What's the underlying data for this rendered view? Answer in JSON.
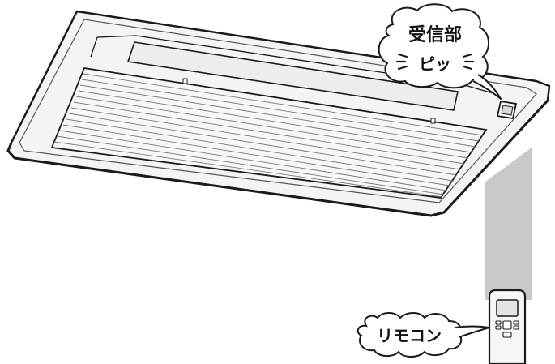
{
  "labels": {
    "receiver_title": "受信部",
    "receiver_sound": "ピッ",
    "remote_label": "リモコン"
  },
  "colors": {
    "outline": "#1a1a1a",
    "panel_fill": "#f4f4f4",
    "signal_beam": "#c8c8c8",
    "background": "#ffffff"
  },
  "icons": {
    "unit": "ceiling-cassette-air-conditioner",
    "remote": "remote-controller-icon",
    "receiver": "signal-receiver-icon"
  }
}
